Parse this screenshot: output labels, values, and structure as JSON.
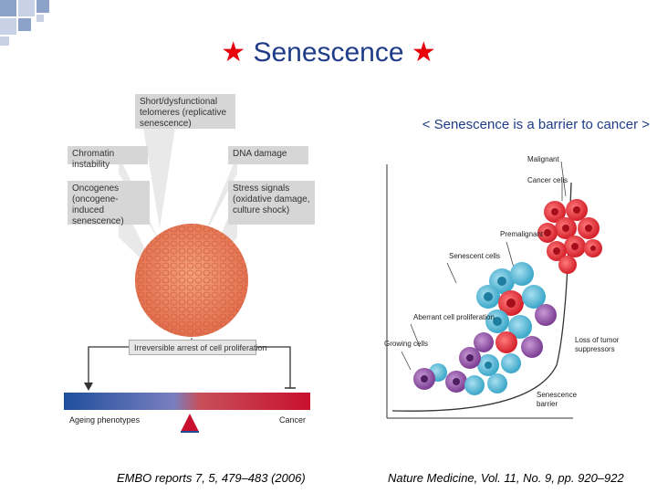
{
  "slide": {
    "title": "Senescence",
    "title_star": "★",
    "subtitle": "< Senescence is a barrier to cancer >"
  },
  "left_figure": {
    "top_box": "Short/dysfunctional telomeres (replicative senescence)",
    "chromatin": "Chromatin instability",
    "dna": "DNA damage",
    "oncogenes": "Oncogenes (oncogene-induced senescence)",
    "stress": "Stress signals (oxidative damage, culture shock)",
    "arrest": "Irreversible arrest of cell proliferation",
    "ageing": "Ageing phenotypes",
    "cancer": "Cancer",
    "citation": "EMBO reports 7, 5, 479–483 (2006)"
  },
  "right_figure": {
    "malignant": "Malignant",
    "cancer_cells": "Cancer cells",
    "premalignant": "Premalignant",
    "senescent_cells": "Senescent cells",
    "aberrant": "Aberrant cell proliferation",
    "growing": "Growing cells",
    "loss": "Loss of tumor suppressors",
    "barrier": "Senescence barrier",
    "citation": "Nature Medicine, Vol. 11, No. 9, pp. 920–922"
  },
  "colors": {
    "title": "#1f3c88",
    "star": "#e8000b",
    "corner": "#8da2c8"
  }
}
